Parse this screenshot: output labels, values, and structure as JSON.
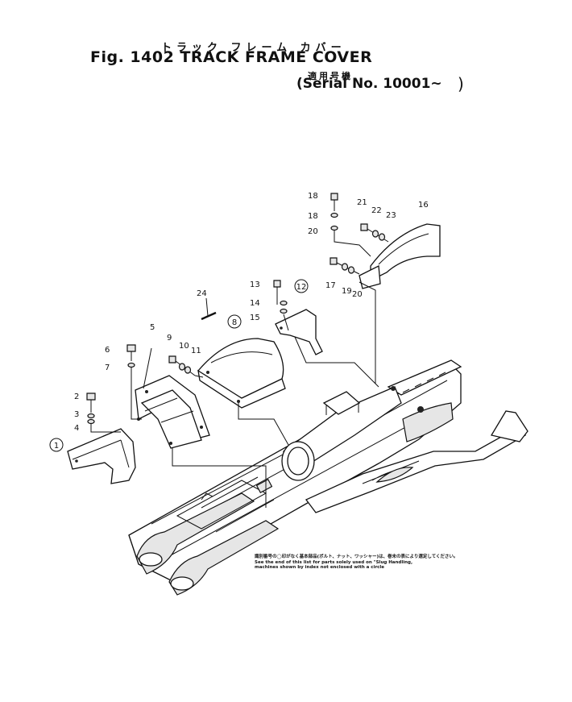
{
  "header": {
    "title_jp": "トラック フレーム カバー",
    "fig_number": "Fig. 1402",
    "title": "TRACK FRAME COVER",
    "serial_jp": "適用号機",
    "serial_label": "(Serial No. 10001~",
    "serial_close": ")"
  },
  "callouts": [
    {
      "id": "1",
      "circled": true
    },
    {
      "id": "2"
    },
    {
      "id": "3"
    },
    {
      "id": "4"
    },
    {
      "id": "5"
    },
    {
      "id": "6"
    },
    {
      "id": "7"
    },
    {
      "id": "8",
      "circled": true
    },
    {
      "id": "9"
    },
    {
      "id": "10"
    },
    {
      "id": "11"
    },
    {
      "id": "12",
      "circled": true
    },
    {
      "id": "13"
    },
    {
      "id": "14"
    },
    {
      "id": "15"
    },
    {
      "id": "16"
    },
    {
      "id": "17"
    },
    {
      "id": "18"
    },
    {
      "id": "19"
    },
    {
      "id": "20"
    },
    {
      "id": "21"
    },
    {
      "id": "22"
    },
    {
      "id": "23"
    },
    {
      "id": "24"
    }
  ],
  "footnote": {
    "line1": "識別番号の◯印がなく基本部品(ボルト、ナット、ワッシャー)は、巻末の表により選定してください。",
    "line2": "See the end of this list for parts solely used on \"Slug Handling,",
    "line3": "machines shown by index not enclosed with a circle"
  }
}
